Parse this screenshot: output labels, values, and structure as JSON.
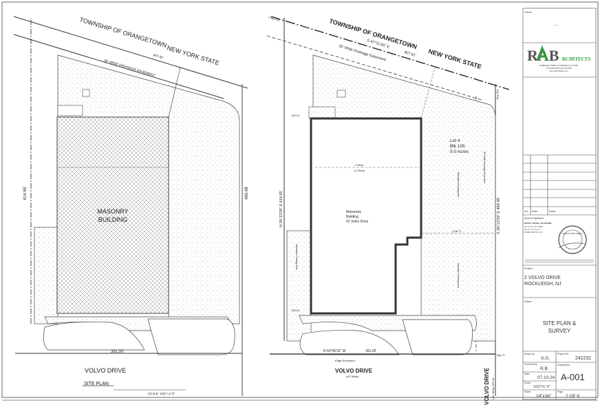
{
  "left_plan": {
    "township": "TOWNSHIP OF ORANGETOWN",
    "state": "NEW YORK STATE",
    "top_dim": "407.61'",
    "easement": "35' WIDE DRAINAGE EASEMENT",
    "building": [
      "MASONRY",
      "BUILDING"
    ],
    "left_dim": "614.65'",
    "right_dim": "499.48'",
    "bottom_dim": "391.00'",
    "street": "VOLVO DRIVE",
    "plan_title": "SITE PLAN",
    "scale": "SCALE: 1/32\"=1'-0\""
  },
  "right_plan": {
    "township": "TOWNSHIP OF ORANGETOWN",
    "state": "NEW YORK STATE",
    "bearing_top": "S 47°21'45\" E",
    "top_dim": "407.61'",
    "easement": "35' Wide Drainage Easement",
    "pipe_fnd": "I.Pipe Fnd.",
    "pipe_fnd_right": "Pipe Fnd.",
    "lot": [
      "Lot 4",
      "Blk 105",
      "5.0 Acres"
    ],
    "story": [
      "2 Story",
      "1.5 Story"
    ],
    "building": [
      "Masonary",
      "Building",
      "#2 Volvo Drive"
    ],
    "left_bearing": "N 26°13'28\" E     614.65'",
    "right_bearing": "S 26°13'28\" E     499.48'",
    "offset_top": "(50.0')",
    "offset_bottom": "(50.0')",
    "offset_right": "(138.7')",
    "parking": "Macadam Parking Area",
    "side_easement": "35' Wide Drainage Easement",
    "bottom_bearing": "N 63°46'32\" W",
    "bottom_dim": "391.00'",
    "edge": "Edge-Pavement",
    "beg_pt": "Beg. Pt.",
    "street": "VOLVO DRIVE",
    "street_width": "(40' Wide)",
    "street_side": "VOLVO DRIVE",
    "street_side_width": "(40' Wide)  376.04'"
  },
  "title_block": {
    "client_label": "Client:",
    "client_value": "-   -",
    "logo": {
      "rab": "RAB",
      "architects": "RCHITECTS",
      "address": "14 BERGEN STREET, HACKENSACK, NJ 07601",
      "phone": "T: 201.343.3000 F:201.343.3030",
      "web": "www.rabarchitects.com",
      "green": "#2e9b3a",
      "gray": "#555555"
    },
    "rev_headers": {
      "no": "No.",
      "date": "Date.",
      "issue": "Issue."
    },
    "seal_label": "Seal & Signature.",
    "architect": "RAMI A. BITAR, AIA NCARB",
    "licenses": [
      "R.A. NJ LIC.     NO. 05221...",
      "R.A. NY LIC.     NO. 21...",
      "NCARB CERT.     NO. 64..."
    ],
    "seal_text": "STATE OF NEW JERSEY",
    "project_label": "Project.",
    "project": [
      "2 VOLVO DRIVE",
      "ROCKLEIGH, NJ"
    ],
    "sheet_label": "Sheet.",
    "sheet_title": [
      "SITE PLAN &",
      "SURVEY"
    ],
    "drawn_by_label": "Drawn by.",
    "drawn_by": "S.G.",
    "checked_by_label": "Checked by.",
    "checked_by": "R.B.",
    "date_label": "Date.",
    "date": "07.10.24",
    "scale_label": "Scale.",
    "scale": "1/32\"=1'-0\"",
    "sheet_size_label": "Sheet.",
    "sheet_size": "24\"x36\"",
    "project_no_label": "Project No.",
    "project_no": "242231",
    "drawing_no_label": "Drawing No.",
    "drawing_no": "A-001",
    "page_label": "Page.",
    "page": "2  OF 9"
  }
}
